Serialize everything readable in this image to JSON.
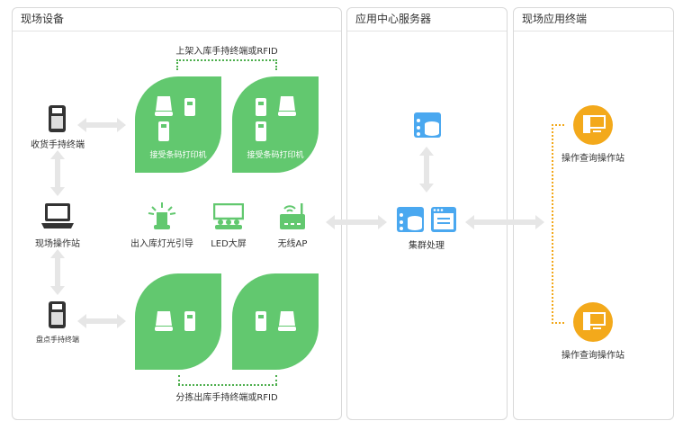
{
  "panels": {
    "onsite": "现场设备",
    "center": "应用中心服务器",
    "terminal": "现场应用终端"
  },
  "onsite": {
    "top_caption": "上架入库手持终端或RFID",
    "bottom_caption": "分拣出库手持终端或RFID",
    "receiving": "收货手持终端",
    "workstation": "现场操作站",
    "inventory": "盘点手持终端",
    "leaf_label": "接受条码打印机",
    "light": "出入库灯光引导",
    "led": "LED大屏",
    "ap": "无线AP"
  },
  "center": {
    "cluster": "集群处理"
  },
  "terminal": {
    "station_top": "操作查询操作站",
    "station_bottom": "操作查询操作站"
  },
  "colors": {
    "green": "#62c86f",
    "blue": "#4aa8f0",
    "orange": "#f3a91b",
    "arrow": "#e6e6e6"
  }
}
